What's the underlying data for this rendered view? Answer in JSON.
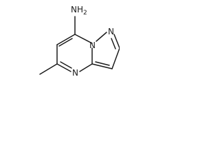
{
  "molecule": {
    "labels": {
      "amino": "NH",
      "amino_subscript": "2",
      "n_bridge": "N",
      "n_pyrazole": "N",
      "n_pyrimidine": "N"
    }
  }
}
